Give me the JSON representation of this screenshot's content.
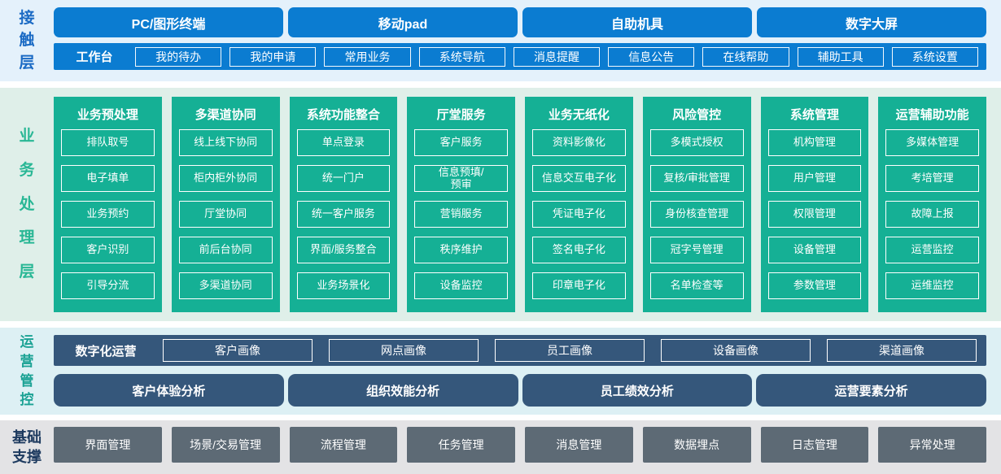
{
  "colors": {
    "blue": "#0b7cd1",
    "blue-label": "#1a6ac4",
    "teal": "#15b095",
    "teal-label": "#29b795",
    "ops-label": "#1ba294",
    "navy-label": "#1d3a5f",
    "slate": "#35577b",
    "gray": "#5d6a75",
    "bg-contact": "#e4f1fb",
    "bg-business": "#dfefe9",
    "bg-ops": "#ddf0f4",
    "bg-foundation": "#e3e3e5"
  },
  "layers": {
    "contact": {
      "label": "接触层",
      "devices": [
        "PC/图形终端",
        "移动pad",
        "自助机具",
        "数字大屏"
      ],
      "workbench": {
        "label": "工作台",
        "items": [
          "我的待办",
          "我的申请",
          "常用业务",
          "系统导航",
          "消息提醒",
          "信息公告",
          "在线帮助",
          "辅助工具",
          "系统设置"
        ]
      }
    },
    "business": {
      "label": "业务处理层",
      "columns": [
        {
          "title": "业务预处理",
          "items": [
            "排队取号",
            "电子填单",
            "业务预约",
            "客户识别",
            "引导分流"
          ]
        },
        {
          "title": "多渠道协同",
          "items": [
            "线上线下协同",
            "柜内柜外协同",
            "厅堂协同",
            "前后台协同",
            "多渠道协同"
          ]
        },
        {
          "title": "系统功能整合",
          "items": [
            "单点登录",
            "统一门户",
            "统一客户服务",
            "界面/服务整合",
            "业务场景化"
          ]
        },
        {
          "title": "厅堂服务",
          "items": [
            "客户服务",
            "信息预填/\n预审",
            "营销服务",
            "秩序维护",
            "设备监控"
          ]
        },
        {
          "title": "业务无纸化",
          "items": [
            "资料影像化",
            "信息交互电子化",
            "凭证电子化",
            "签名电子化",
            "印章电子化"
          ]
        },
        {
          "title": "风险管控",
          "items": [
            "多模式授权",
            "复核/审批管理",
            "身份核查管理",
            "冠字号管理",
            "名单检查等"
          ]
        },
        {
          "title": "系统管理",
          "items": [
            "机构管理",
            "用户管理",
            "权限管理",
            "设备管理",
            "参数管理"
          ]
        },
        {
          "title": "运营辅助功能",
          "items": [
            "多媒体管理",
            "考培管理",
            "故障上报",
            "运营监控",
            "运维监控"
          ]
        }
      ]
    },
    "operations": {
      "label": "运营管控",
      "digital_ops": {
        "label": "数字化运营",
        "items": [
          "客户画像",
          "网点画像",
          "员工画像",
          "设备画像",
          "渠道画像"
        ]
      },
      "analysis": [
        "客户体验分析",
        "组织效能分析",
        "员工绩效分析",
        "运营要素分析"
      ]
    },
    "foundation": {
      "label": "基础\n支撑",
      "items": [
        "界面管理",
        "场景/交易管理",
        "流程管理",
        "任务管理",
        "消息管理",
        "数据埋点",
        "日志管理",
        "异常处理"
      ]
    }
  }
}
